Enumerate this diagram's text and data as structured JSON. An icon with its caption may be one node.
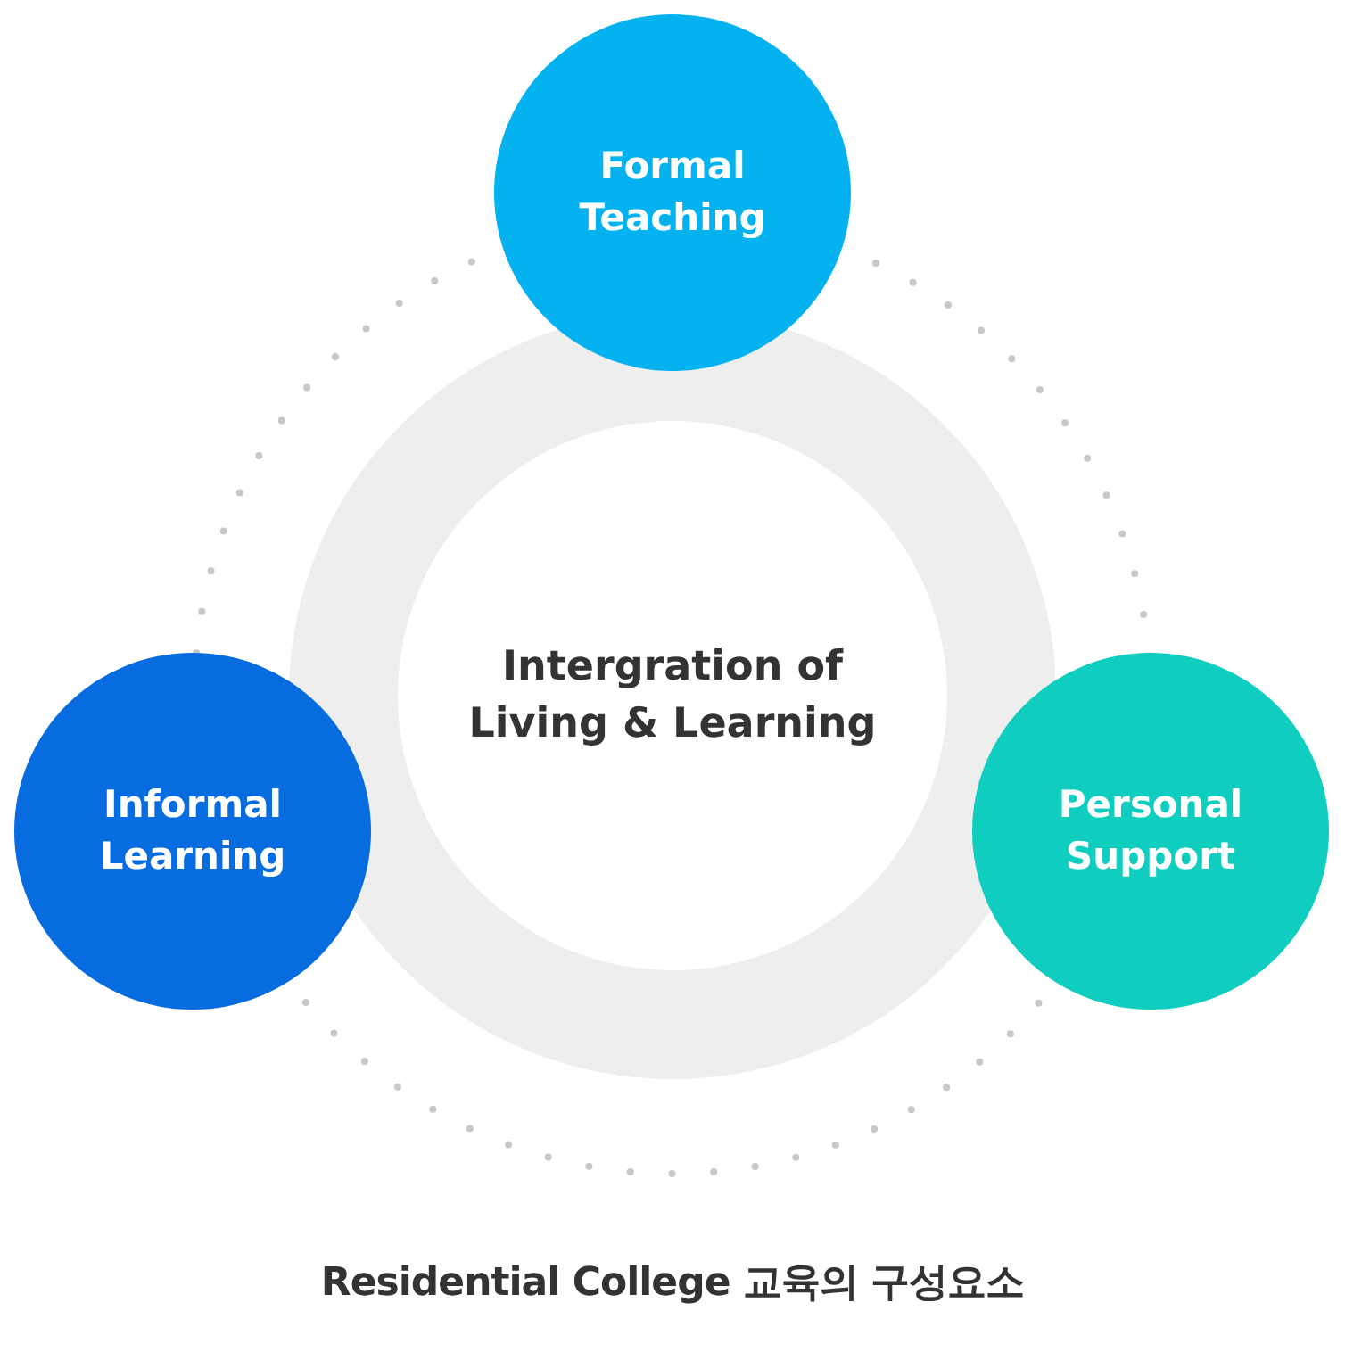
{
  "diagram": {
    "caption": "Residential College 교육의 구성요소",
    "nodes": [
      {
        "text": [
          "Intergration of Living & Learning"
        ]
      },
      {
        "text": [
          "Formal Teaching"
        ]
      },
      {
        "text": [
          "Informal Learning"
        ]
      },
      {
        "text": [
          "Personal Support"
        ]
      }
    ]
  }
}
